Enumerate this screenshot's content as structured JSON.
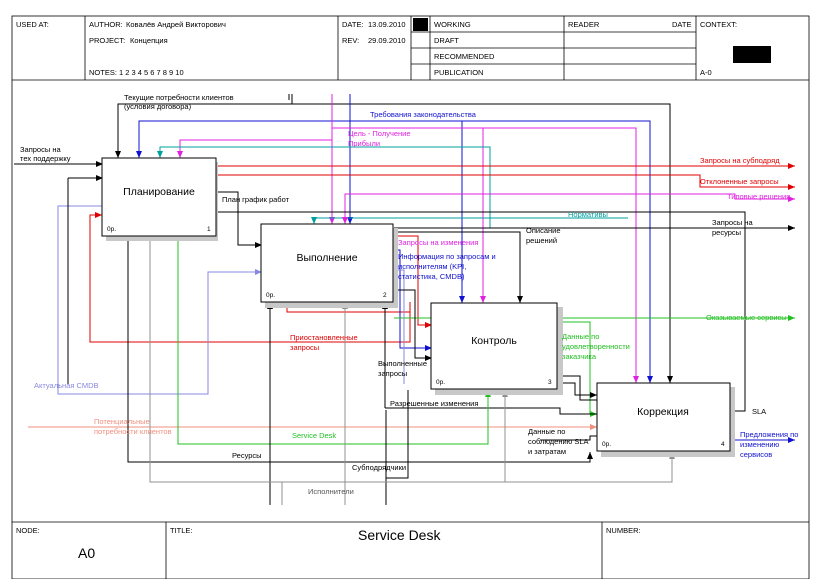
{
  "header": {
    "used_at": "USED AT:",
    "author_label": "AUTHOR:",
    "author": "Ковалёв Андрей Викторович",
    "project_label": "PROJECT:",
    "project": "Концепция",
    "notes": "NOTES: 1 2 3 4 5 6 7 8 9 10",
    "date_label": "DATE:",
    "date": "13.09.2010",
    "rev_label": "REV:",
    "rev": "29.09.2010",
    "status": [
      "WORKING",
      "DRAFT",
      "RECOMMENDED",
      "PUBLICATION"
    ],
    "reader": "READER",
    "date2": "DATE",
    "context": "CONTEXT:",
    "context_node": "A-0"
  },
  "footer": {
    "node_label": "NODE:",
    "node": "A0",
    "title_label": "TITLE:",
    "title": "Service Desk",
    "number_label": "NUMBER:"
  },
  "boxes": [
    {
      "name": "Планирование",
      "cost": "0р.",
      "num": "1"
    },
    {
      "name": "Выполнение",
      "cost": "0р.",
      "num": "2"
    },
    {
      "name": "Контроль",
      "cost": "0р.",
      "num": "3"
    },
    {
      "name": "Коррекция",
      "cost": "0р.",
      "num": "4"
    }
  ],
  "labels": {
    "needs1": "Текущие потребности клиентов",
    "needs2": "(условия договора)",
    "law": "Требования законодательства",
    "goal1": "Цель - Получение",
    "goal2": "Прибыли",
    "req1": "Запросы на",
    "req2": "тех поддержку",
    "plan": "План график работ",
    "sub_req": "Запросы на субподряд",
    "rejected": "Отклоненные запросы",
    "typical": "Типовые решения",
    "norms": "Нормативы",
    "res_req1": "Запросы на",
    "res_req2": "ресурсы",
    "desc1": "Описание",
    "desc2": "решений",
    "chg_req": "Запросы на изменения",
    "info1": "Информация по запросам и",
    "info2": "исполнителям (KPI,",
    "info3": "статистика, CMDB)",
    "provided": "Оказываемые сервисы",
    "suspended1": "Приостановленные",
    "suspended2": "запросы",
    "sat1": "Данные по",
    "sat2": "удовлетворенности",
    "sat3": "заказчика",
    "done1": "Выполненные",
    "done2": "запросы",
    "cmdb": "Актуальная CMDB",
    "allowed": "Разрешенные изменения",
    "potential1": "Потенциальные",
    "potential2": "потребности клиентов",
    "sd": "Service Desk",
    "sla": "SLA",
    "sla_data1": "Данные по",
    "sla_data2": "соблюдению SLA",
    "sla_data3": "и затратам",
    "proposal1": "Предложения по",
    "proposal2": "изменению",
    "proposal3": "сервисов",
    "resources": "Ресурсы",
    "subcontractors": "Субподрядчики",
    "executors": "Исполнители"
  },
  "colors": {
    "black": "#000000",
    "red": "#e00000",
    "magenta": "#e020e0",
    "blue": "#1010d0",
    "teal": "#00a0a0",
    "green": "#20c020",
    "lavender": "#8888e0",
    "salmon": "#f09080",
    "gray": "#909090"
  }
}
